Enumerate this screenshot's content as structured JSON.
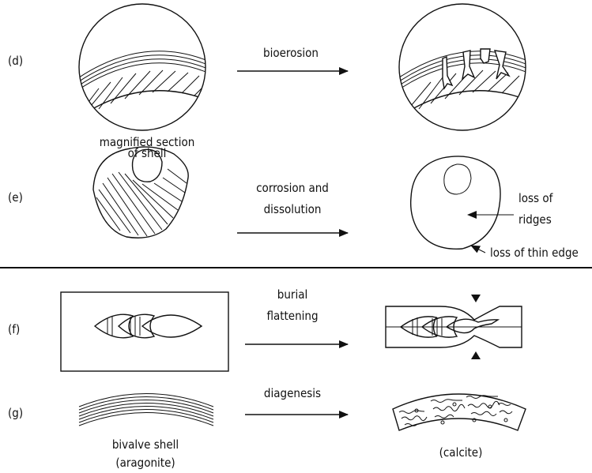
{
  "stages": {
    "d": "(d)",
    "e": "(e)",
    "f": "(f)",
    "g": "(g)"
  },
  "processes": {
    "bioerosion": "bioerosion",
    "corrosion_line1": "corrosion and",
    "corrosion_line2": "dissolution",
    "burial_line1": "burial",
    "burial_line2": "flattening",
    "diagenesis": "diagenesis"
  },
  "labels": {
    "magnified_line1": "magnified section",
    "magnified_line2": "of shell",
    "loss_of": "loss of",
    "ridges": "ridges",
    "loss_thin_edge": "loss of thin edge",
    "bivalve_shell": "bivalve shell",
    "aragonite": "(aragonite)",
    "calcite": "(calcite)"
  }
}
